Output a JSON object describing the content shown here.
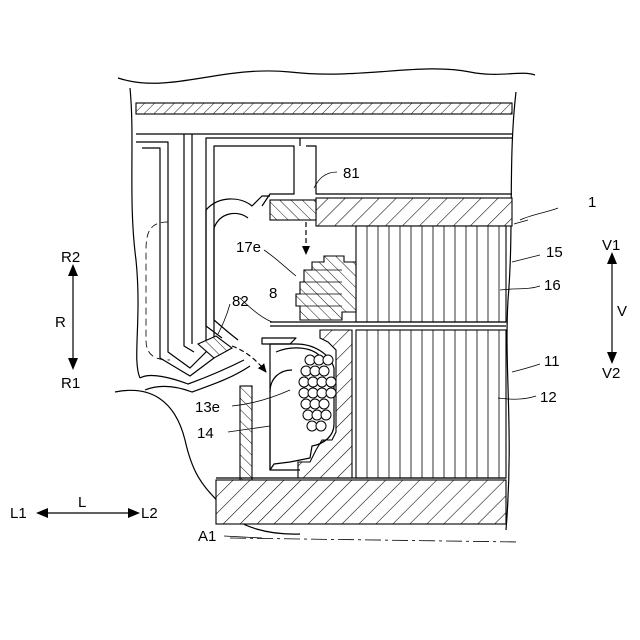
{
  "labels": {
    "ref_1": "1",
    "ref_81": "81",
    "ref_17e": "17e",
    "ref_15": "15",
    "ref_16": "16",
    "ref_8": "8",
    "ref_82": "82",
    "ref_11": "11",
    "ref_12": "12",
    "ref_13e": "13e",
    "ref_14": "14",
    "ref_A1": "A1",
    "dir_R": "R",
    "dir_R1": "R1",
    "dir_R2": "R2",
    "dir_L": "L",
    "dir_L1": "L1",
    "dir_L2": "L2",
    "dir_V": "V",
    "dir_V1": "V1",
    "dir_V2": "V2"
  }
}
